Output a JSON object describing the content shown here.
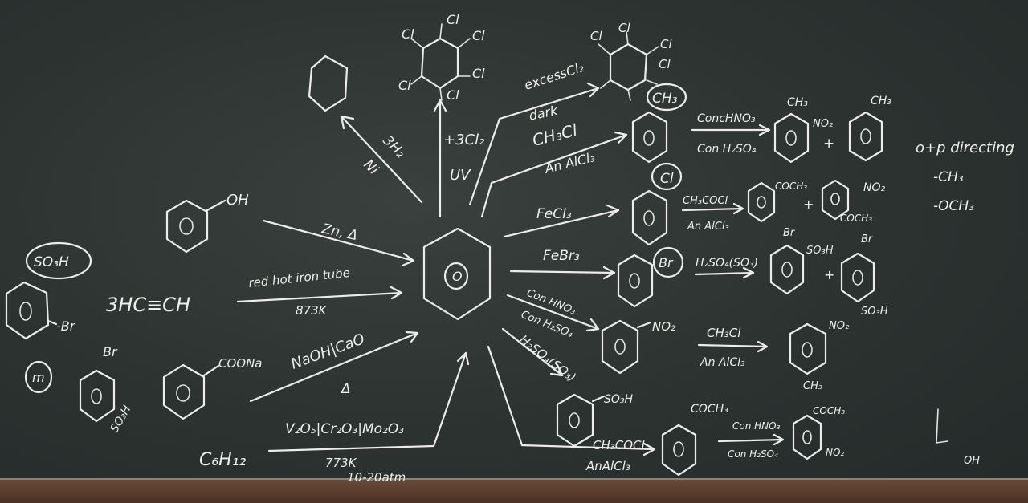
{
  "board": {
    "center": "O",
    "reagents": {
      "ni_h2": "3H₂",
      "ni": "Ni",
      "uv_cl2": "+3Cl₂",
      "uv": "UV",
      "excess_cl2": "excessCl₂",
      "dark": "dark",
      "ch3cl_top": "CH₃Cl",
      "alcl3_top": "An AlCl₃",
      "fecl3": "FeCl₃",
      "febr3": "FeBr₃",
      "conc_hno3": "Con HNO₃",
      "conc_h2so4": "Con H₂SO₄",
      "h2so4_so3": "H₂SO₄(SO₃)",
      "ch3cocl_bottom": "CH₃COCl",
      "alcl3_bottom": "AnAlCl₃",
      "zn": "Zn, Δ",
      "red_hot_iron_tube": "red hot iron tube",
      "temp_873": "873K",
      "naoh_cao": "NaOH|CaO",
      "delta": "Δ",
      "v2o5": "V₂O₅|Cr₂O₃|Mo₂O₃",
      "temp_773": "773K",
      "pressure": "10-20atm"
    },
    "left": {
      "phenol_oh": "OH",
      "acetylene": "3HC≡CH",
      "coona": "COONa",
      "hexane": "C₆H₁₂",
      "so3h": "SO₃H",
      "br": "-Br",
      "m": "m",
      "br2": "Br",
      "so3h2": "SO₃H"
    },
    "right": {
      "ch3": "CH₃",
      "conc_hno3_b": "ConcHNO₃",
      "conc_h2so4_b": "Con H₂SO₄",
      "no2": "NO₂",
      "plus": "+",
      "op_directing": "o+p directing",
      "ch3_group": "-CH₃",
      "och3_group": "-OCH₃",
      "cl": "Cl",
      "ch3cocl": "CH₃COCl",
      "an_alcl3": "An AlCl₃",
      "coch3": "COCH₃",
      "br": "Br",
      "h2so4_so3_b": "H₂SO₄(SO₃)",
      "so3h": "SO₃H",
      "ch3cl_b": "CH₃Cl",
      "an_alcl3_b": "An AlCl₃",
      "con_hno3_c": "Con HNO₃",
      "con_h2so4_c": "Con H₂SO₄",
      "no2_b": "NO₂",
      "oh": "OH"
    },
    "hexachloro": {
      "cl": "Cl"
    }
  }
}
